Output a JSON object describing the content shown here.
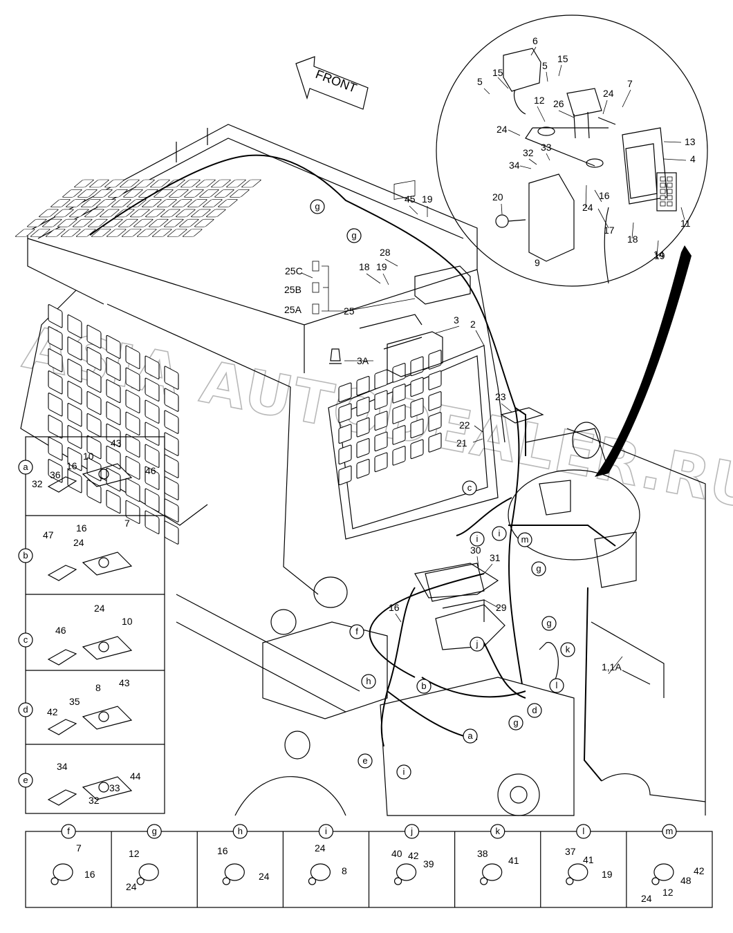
{
  "front_arrow_label": "FRONT",
  "watermark": "ASIA AUTODEALER.RU",
  "main_callouts": [
    "6",
    "5",
    "15",
    "5",
    "15",
    "24",
    "7",
    "12",
    "26",
    "24",
    "13",
    "33",
    "4",
    "32",
    "34",
    "16",
    "20",
    "24",
    "11",
    "17",
    "18",
    "19",
    "14",
    "9",
    "45",
    "19",
    "28",
    "25C",
    "18",
    "19",
    "25B",
    "25A",
    "25",
    "3",
    "2",
    "3A",
    "23",
    "22",
    "21",
    "30",
    "31",
    "29",
    "16",
    "1,1A"
  ],
  "circle_refs": [
    "g",
    "g",
    "c",
    "i",
    "i",
    "m",
    "g",
    "f",
    "g",
    "j",
    "k",
    "h",
    "b",
    "l",
    "d",
    "g",
    "a",
    "e",
    "i"
  ],
  "detail_left": [
    {
      "id": "a",
      "parts": [
        "43",
        "10",
        "16",
        "46",
        "36",
        "32"
      ]
    },
    {
      "id": "b",
      "parts": [
        "16",
        "7",
        "47",
        "24"
      ]
    },
    {
      "id": "c",
      "parts": [
        "24",
        "10",
        "46"
      ]
    },
    {
      "id": "d",
      "parts": [
        "8",
        "43",
        "35",
        "42"
      ]
    },
    {
      "id": "e",
      "parts": [
        "34",
        "44",
        "33",
        "32"
      ]
    }
  ],
  "detail_bottom": [
    {
      "id": "f",
      "parts": [
        "7",
        "16"
      ]
    },
    {
      "id": "g",
      "parts": [
        "12",
        "24"
      ]
    },
    {
      "id": "h",
      "parts": [
        "16",
        "24"
      ]
    },
    {
      "id": "i",
      "parts": [
        "24",
        "8"
      ]
    },
    {
      "id": "j",
      "parts": [
        "40",
        "42",
        "39"
      ]
    },
    {
      "id": "k",
      "parts": [
        "38",
        "41"
      ]
    },
    {
      "id": "l",
      "parts": [
        "37",
        "41",
        "19"
      ]
    },
    {
      "id": "m",
      "parts": [
        "42",
        "48",
        "24",
        "12"
      ]
    }
  ]
}
